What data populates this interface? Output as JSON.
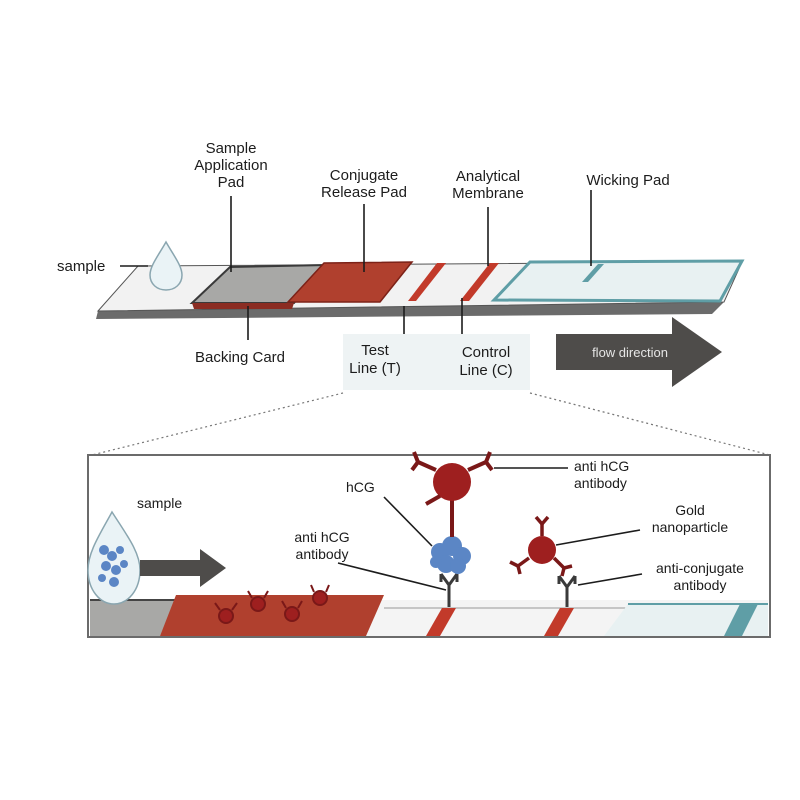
{
  "top": {
    "sample_label": "sample",
    "sample_pad": [
      "Sample",
      "Application",
      "Pad"
    ],
    "conjugate_pad": [
      "Conjugate",
      "Release Pad"
    ],
    "membrane": [
      "Analytical",
      "Membrane"
    ],
    "wicking_pad": "Wicking Pad",
    "backing_card": "Backing Card",
    "test_line": [
      "Test",
      "Line (T)"
    ],
    "control_line": [
      "Control",
      "Line (C)"
    ],
    "flow_direction": "flow direction"
  },
  "bottom": {
    "sample_label": "sample",
    "hcg": "hCG",
    "anti_hcg_left": [
      "anti hCG",
      "antibody"
    ],
    "anti_hcg_right": [
      "anti hCG",
      "antibody"
    ],
    "gold": [
      "Gold",
      "nanoparticle"
    ],
    "anti_conjugate": [
      "anti-conjugate",
      "antibody"
    ]
  },
  "colors": {
    "red_pad": "#b0402e",
    "line_red": "#c23a2a",
    "gold": "#9e1f1f",
    "hcg_blue": "#5b86c5",
    "wick_teal": "#5f9ea6",
    "backing_gray": "#6b6b6b"
  }
}
